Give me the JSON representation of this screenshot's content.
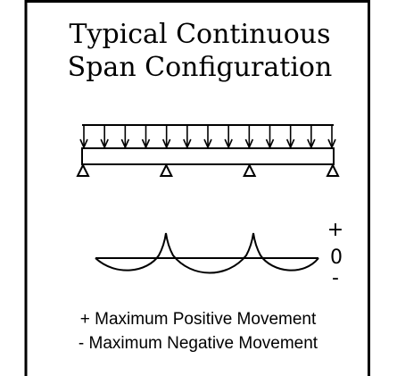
{
  "title": {
    "line1": "Typical Continuous",
    "line2": "Span Configuration"
  },
  "moment_scale": {
    "plus": "+",
    "zero": "0",
    "minus": "-"
  },
  "legend": {
    "positive": "+ Maximum Positive Movement",
    "negative": "- Maximum Negative Movement"
  },
  "beam": {
    "support_count": 4,
    "load_arrow_count": 13
  },
  "colors": {
    "stroke": "#000000",
    "background": "#ffffff"
  }
}
